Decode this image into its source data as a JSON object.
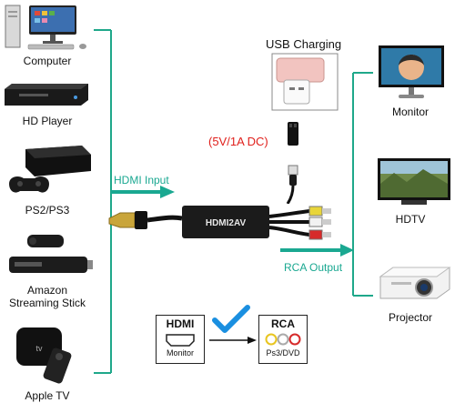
{
  "sources": [
    {
      "id": "computer",
      "label": "Computer"
    },
    {
      "id": "hd-player",
      "label": "HD Player"
    },
    {
      "id": "ps2-ps3",
      "label": "PS2/PS3"
    },
    {
      "id": "amazon",
      "label_line1": "Amazon",
      "label_line2": "Streaming Stick"
    },
    {
      "id": "apple-tv",
      "label": "Apple TV"
    }
  ],
  "outputs": [
    {
      "id": "monitor",
      "label": "Monitor"
    },
    {
      "id": "hdtv",
      "label": "HDTV"
    },
    {
      "id": "projector",
      "label": "Projector"
    }
  ],
  "center": {
    "hdmi_input_label": "HDMI Input",
    "rca_output_label": "RCA Output",
    "usb_charging_label": "USB  Charging",
    "power_label": "(5V/1A DC)",
    "converter_text": "HDMI2AV"
  },
  "legend": {
    "hdmi_title": "HDMI",
    "hdmi_caption": "Monitor",
    "rca_title": "RCA",
    "rca_caption": "Ps3/DVD"
  },
  "colors": {
    "bracket": "#1fa88a",
    "arrow": "#1aa891",
    "power_text": "#e0201c",
    "check": "#1a8fe0"
  }
}
